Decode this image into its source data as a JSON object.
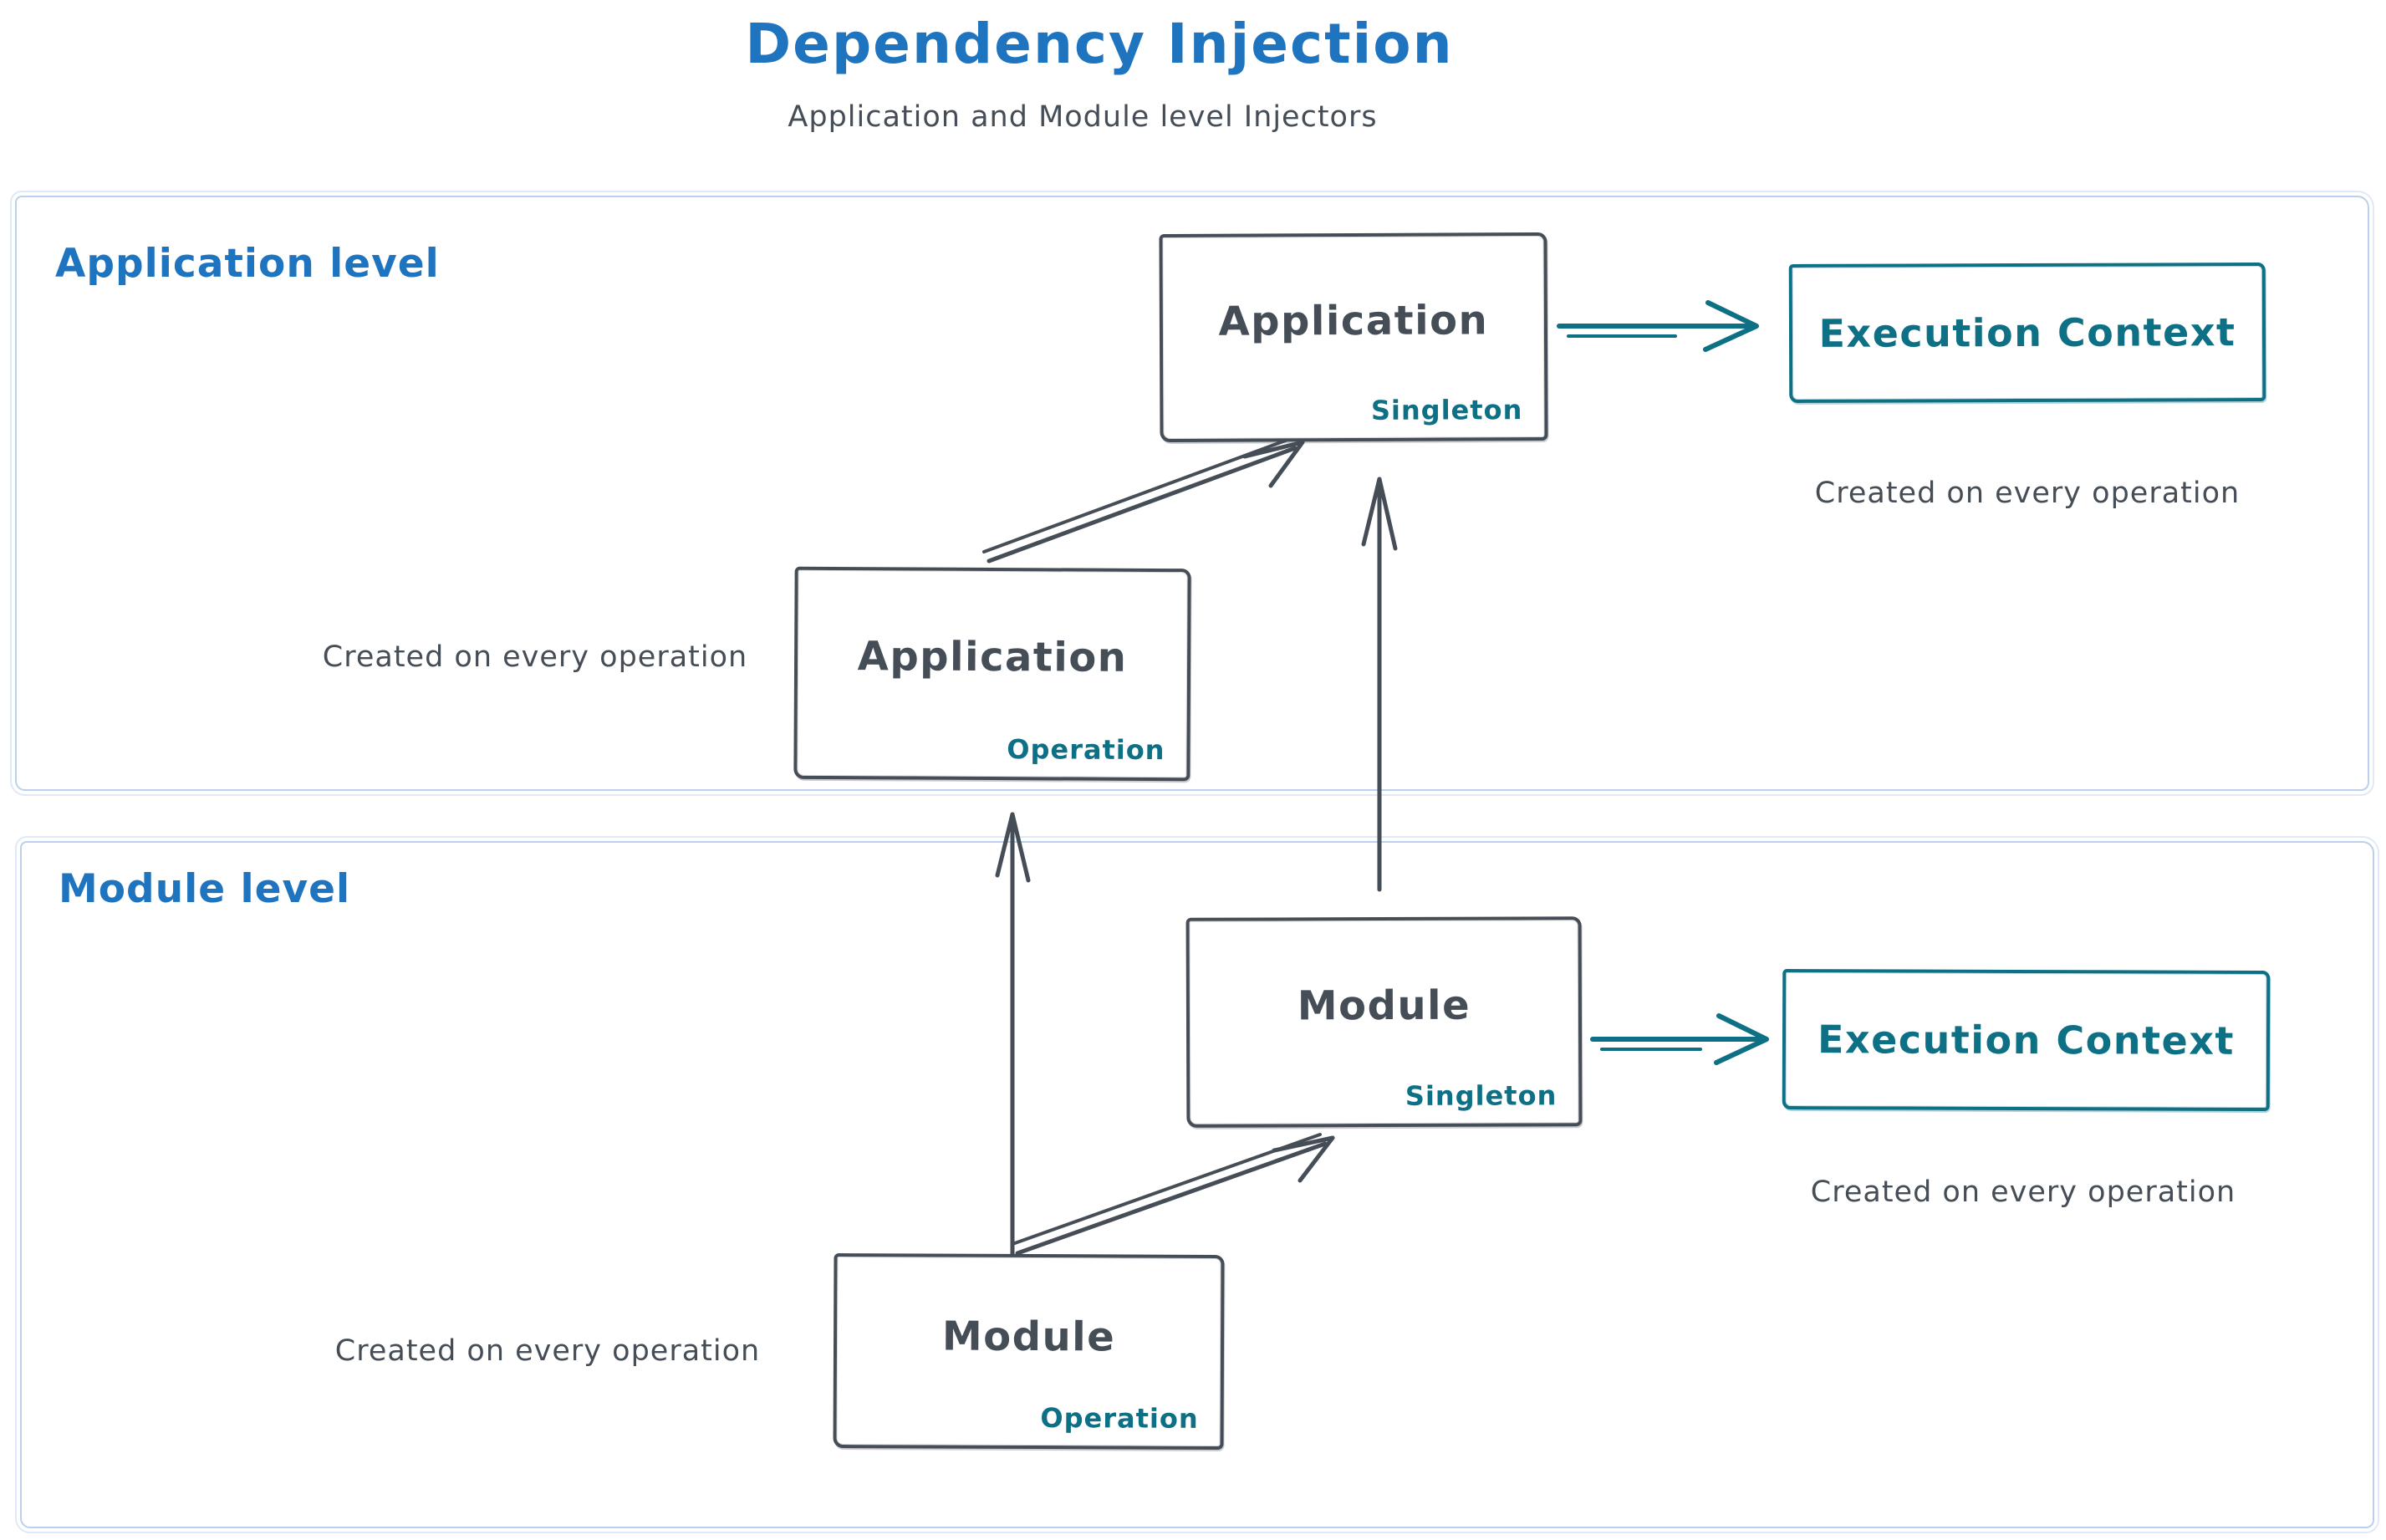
{
  "colors": {
    "blue": "#1f74c0",
    "ink": "#454d56",
    "teal": "#0e7085",
    "frame": "#b9d1ea"
  },
  "header": {
    "title": "Dependency Injection",
    "subtitle": "Application and Module level Injectors"
  },
  "app_level": {
    "label": "Application level",
    "singleton_box": {
      "title": "Application",
      "tag": "Singleton"
    },
    "operation_box": {
      "title": "Application",
      "tag": "Operation"
    },
    "execution_box": {
      "label": "Execution Context"
    },
    "execution_caption": "Created on every operation",
    "operation_caption": "Created on every operation"
  },
  "module_level": {
    "label": "Module level",
    "singleton_box": {
      "title": "Module",
      "tag": "Singleton"
    },
    "operation_box": {
      "title": "Module",
      "tag": "Operation"
    },
    "execution_box": {
      "label": "Execution Context"
    },
    "execution_caption": "Created on every operation",
    "operation_caption": "Created on every operation"
  }
}
